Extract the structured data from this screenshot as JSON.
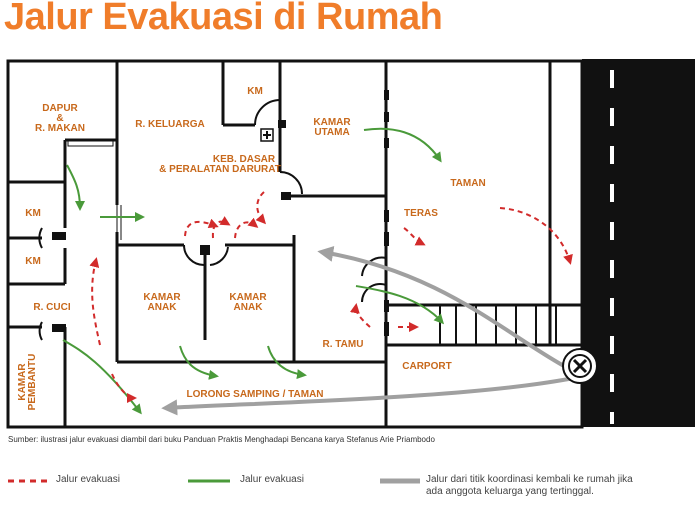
{
  "title": "Jalur Evakuasi di Rumah",
  "rooms": {
    "dapur": [
      "DAPUR",
      "&",
      "R. MAKAN"
    ],
    "keluarga": "R. KELUARGA",
    "km_top": "KM",
    "kamar_utama": [
      "KAMAR",
      "UTAMA"
    ],
    "keb_dasar": [
      "KEB. DASAR",
      "& PERALATAN DARURAT"
    ],
    "km_left1": "KM",
    "km_left2": "KM",
    "taman": "TAMAN",
    "teras": "TERAS",
    "r_cuci": "R. CUCI",
    "kamar_anak1": [
      "KAMAR",
      "ANAK"
    ],
    "kamar_anak2": [
      "KAMAR",
      "ANAK"
    ],
    "r_tamu": "R. TAMU",
    "carport": "CARPORT",
    "kamar_pembantu": [
      "KAMAR",
      "PEMBANTU"
    ],
    "lorong": "LORONG SAMPING / TAMAN"
  },
  "source": "Sumber: ilustrasi jalur evakuasi diambil dari buku Panduan Praktis Menghadapi Bencana karya Stefanus Arie Priambodo",
  "legend": {
    "red": "Jalur evakuasi",
    "green": "Jalur evakuasi",
    "gray": [
      "Jalur dari titik koordinasi kembali ke rumah jika",
      "ada anggota keluarga yang tertinggal."
    ]
  },
  "colors": {
    "accent": "#f07d2a",
    "room_label": "#c8691c",
    "red_path": "#d22b2b",
    "green_path": "#4a9a3a",
    "gray_path": "#a0a0a0",
    "road": "#111111"
  }
}
